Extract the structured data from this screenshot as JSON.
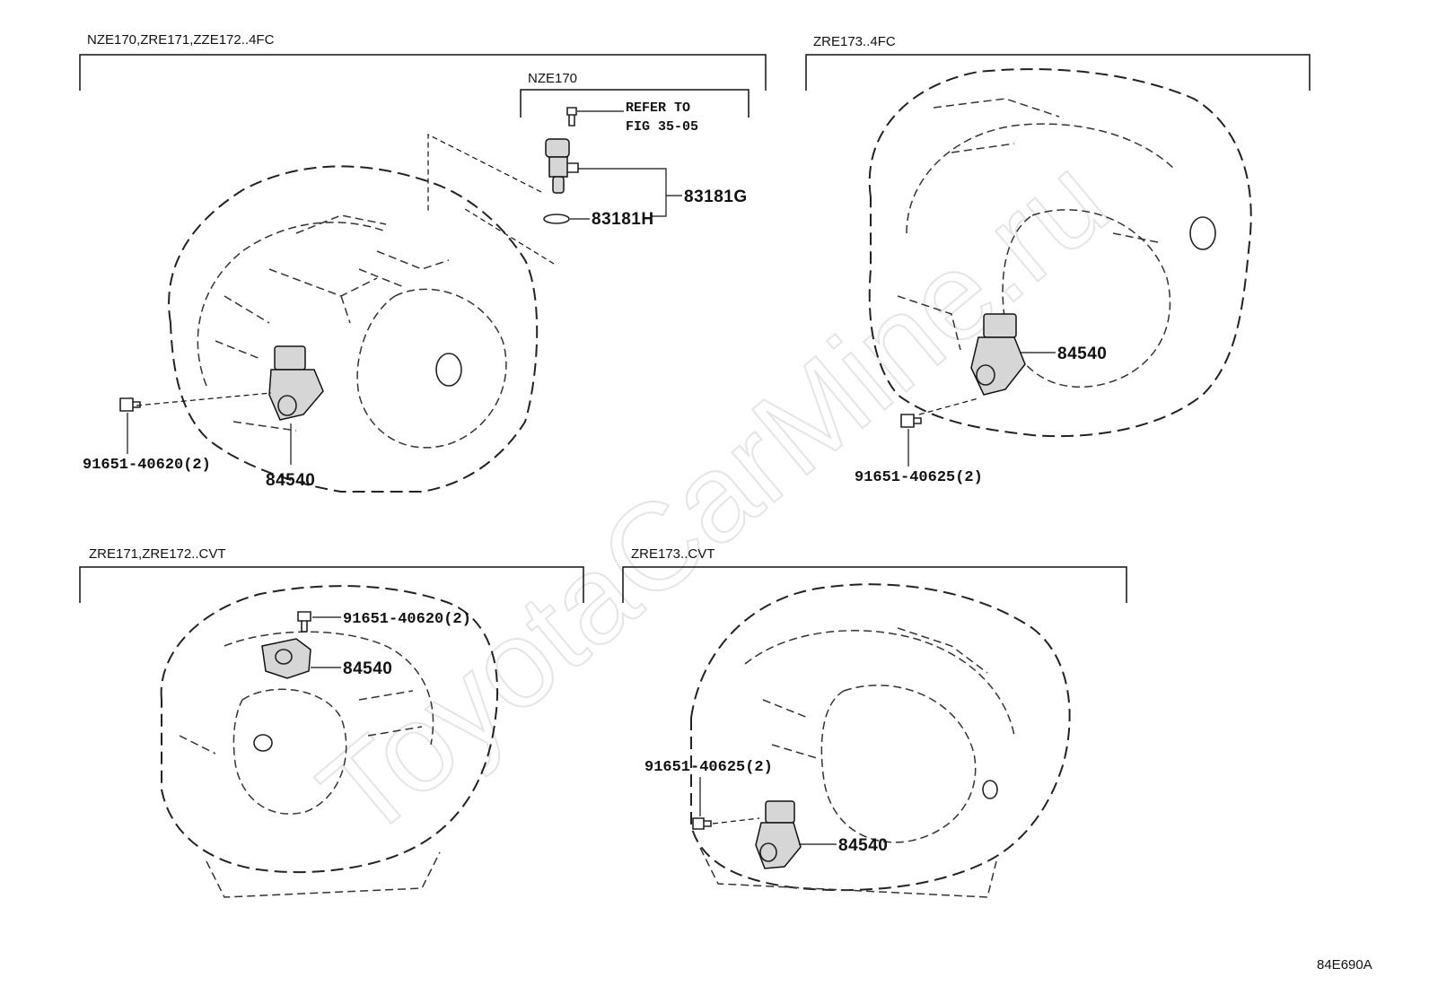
{
  "watermark": "ToyotaCarMine.ru",
  "figure_code": "84E690A",
  "sections": {
    "top_left": {
      "title": "NZE170,ZRE171,ZZE172..4FC",
      "sub_title": "NZE170",
      "note_line1": "REFER TO",
      "note_line2": "FIG 35-05",
      "parts": {
        "sensor": "83181G",
        "gasket": "83181H",
        "bolt": "91651-40620(2)",
        "switch": "84540"
      }
    },
    "top_right": {
      "title": "ZRE173..4FC",
      "parts": {
        "switch": "84540",
        "bolt": "91651-40625(2)"
      }
    },
    "bottom_left": {
      "title": "ZRE171,ZRE172..CVT",
      "parts": {
        "bolt": "91651-40620(2)",
        "switch": "84540"
      }
    },
    "bottom_right": {
      "title": "ZRE173..CVT",
      "parts": {
        "bolt": "91651-40625(2)",
        "switch": "84540"
      }
    }
  }
}
